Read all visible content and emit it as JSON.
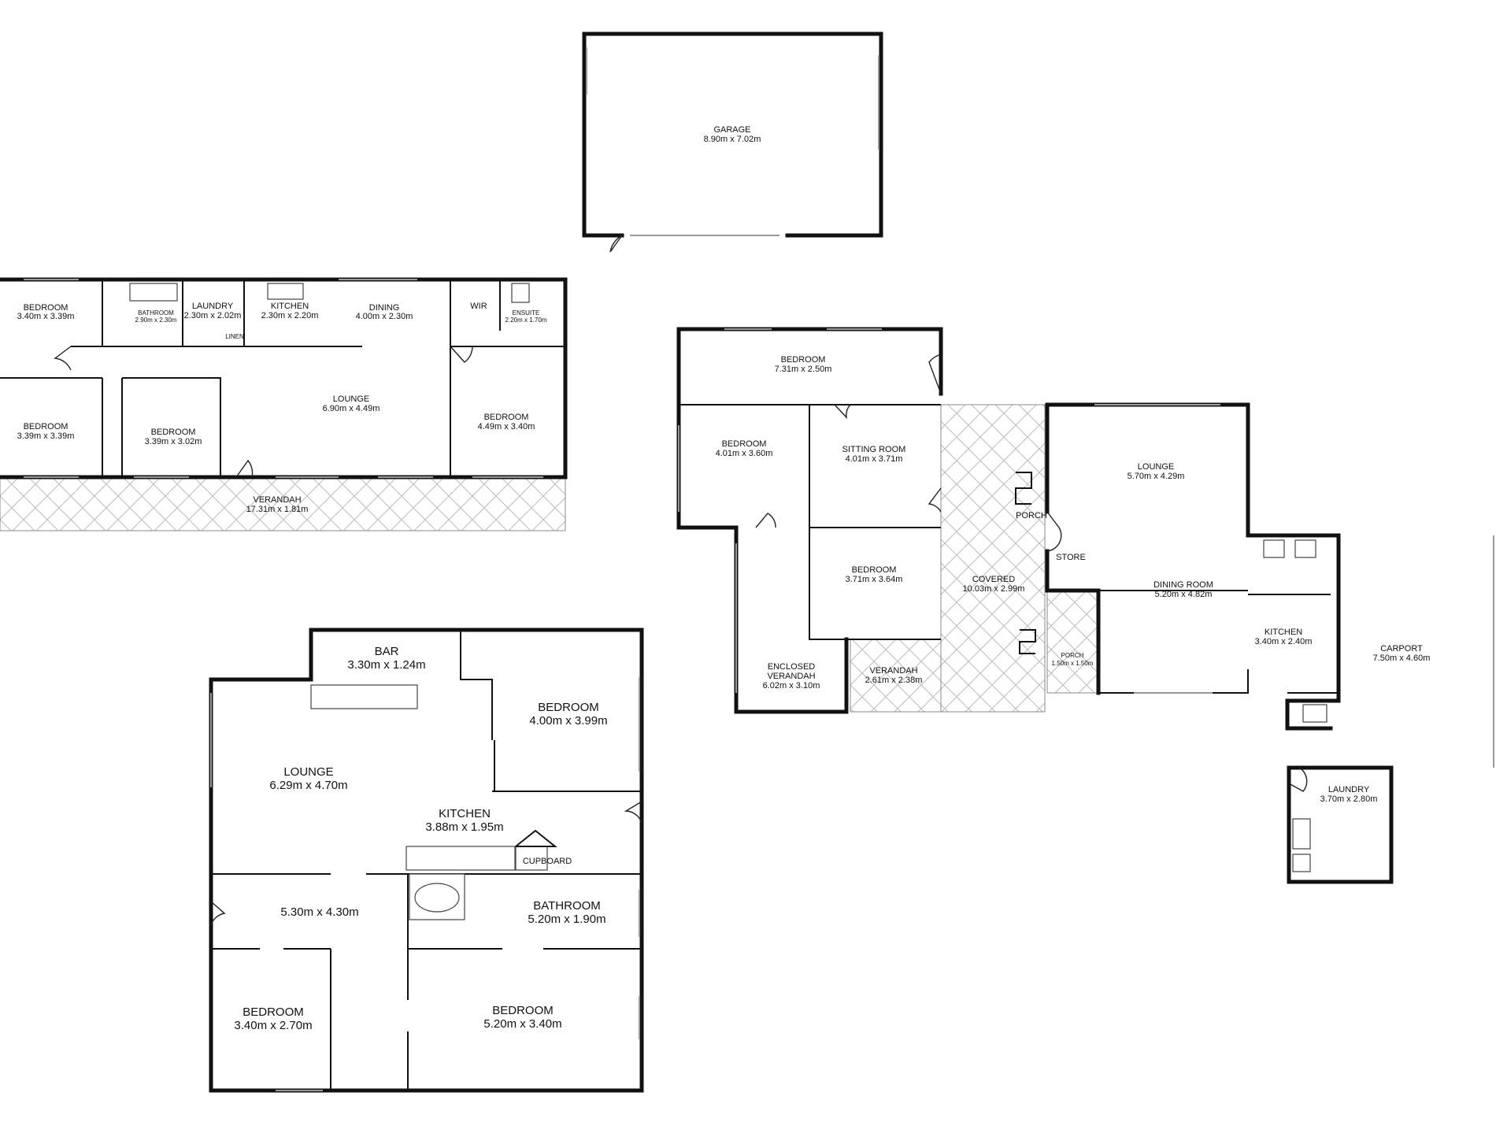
{
  "plans": {
    "garage": {
      "rooms": [
        {
          "name": "GARAGE",
          "size": "8.90m x 7.02m"
        }
      ]
    },
    "house_a": {
      "rooms": [
        {
          "name": "BEDROOM",
          "size": "3.40m x 3.39m"
        },
        {
          "name": "BATHROOM",
          "size": "2.90m x 2.30m"
        },
        {
          "name": "LAUNDRY",
          "size": "2.30m x 2.02m"
        },
        {
          "name": "KITCHEN",
          "size": "2.30m x 2.20m"
        },
        {
          "name": "DINING",
          "size": "4.00m x 2.30m"
        },
        {
          "name": "WIR",
          "size": ""
        },
        {
          "name": "ENSUITE",
          "size": "2.20m x 1.70m"
        },
        {
          "name": "LINEN",
          "size": ""
        },
        {
          "name": "BEDROOM",
          "size": "3.39m x 3.39m"
        },
        {
          "name": "BEDROOM",
          "size": "3.39m x 3.02m"
        },
        {
          "name": "LOUNGE",
          "size": "6.90m x 4.49m"
        },
        {
          "name": "BEDROOM",
          "size": "4.49m x 3.40m"
        },
        {
          "name": "VERANDAH",
          "size": "17.31m x 1.81m"
        }
      ]
    },
    "house_b": {
      "rooms": [
        {
          "name": "BEDROOM",
          "size": "7.31m x 2.50m"
        },
        {
          "name": "BEDROOM",
          "size": "4.01m x 3.60m"
        },
        {
          "name": "SITTING ROOM",
          "size": "4.01m x 3.71m"
        },
        {
          "name": "BEDROOM",
          "size": "3.71m x 3.64m"
        },
        {
          "name": "ENCLOSED",
          "size": "VERANDAH"
        },
        {
          "name": "",
          "size": "6.02m x 3.10m"
        },
        {
          "name": "VERANDAH",
          "size": "2.61m x 2.38m"
        },
        {
          "name": "COVERED",
          "size": "10.03m x 2.99m"
        },
        {
          "name": "PORCH",
          "size": ""
        },
        {
          "name": "STORE",
          "size": ""
        },
        {
          "name": "PORCH",
          "size": "1.50m x 1.50m"
        },
        {
          "name": "LOUNGE",
          "size": "5.70m x 4.29m"
        },
        {
          "name": "DINING ROOM",
          "size": "5.20m x 4.82m"
        },
        {
          "name": "KITCHEN",
          "size": "3.40m x 2.40m"
        },
        {
          "name": "CARPORT",
          "size": "7.50m x 4.60m"
        },
        {
          "name": "LAUNDRY",
          "size": "3.70m x 2.80m"
        }
      ]
    },
    "house_c": {
      "rooms": [
        {
          "name": "BAR",
          "size": "3.30m x 1.24m"
        },
        {
          "name": "BEDROOM",
          "size": "4.00m x 3.99m"
        },
        {
          "name": "LOUNGE",
          "size": "6.29m x 4.70m"
        },
        {
          "name": "KITCHEN",
          "size": "3.88m x 1.95m"
        },
        {
          "name": "CUPBOARD",
          "size": ""
        },
        {
          "name": "",
          "size": "5.30m x 4.30m"
        },
        {
          "name": "BATHROOM",
          "size": "5.20m x 1.90m"
        },
        {
          "name": "BEDROOM",
          "size": "3.40m x 2.70m"
        },
        {
          "name": "BEDROOM",
          "size": "5.20m x 3.40m"
        }
      ]
    }
  }
}
